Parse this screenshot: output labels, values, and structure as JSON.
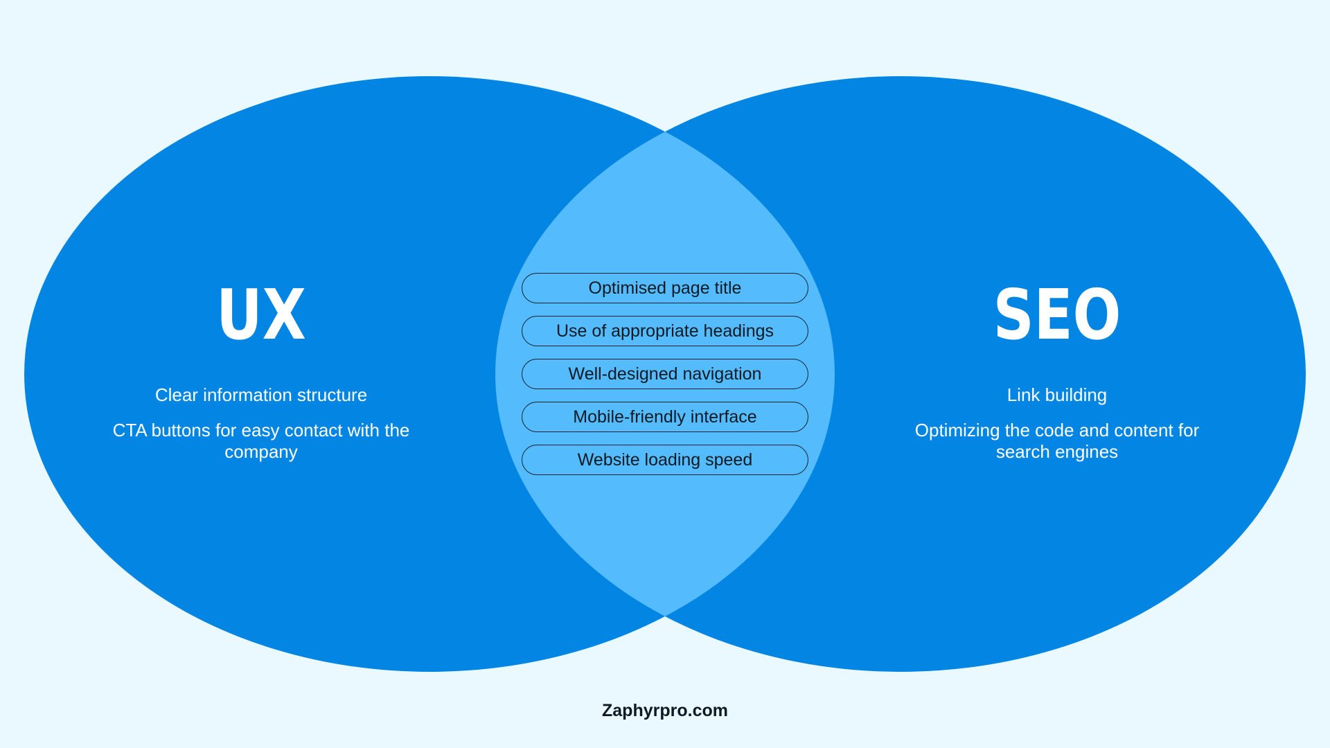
{
  "colors": {
    "background": "#eaf9ff",
    "circle_fill": "#0385e3",
    "overlap_fill": "#54bbfd",
    "heading_text": "#ffffff",
    "body_text": "#ffffff",
    "pill_border": "#0f2233",
    "dark_text": "#0f1a24"
  },
  "left": {
    "title": "UX",
    "items": [
      "Clear information structure",
      "CTA buttons for easy contact with the company"
    ]
  },
  "right": {
    "title": "SEO",
    "items": [
      "Link building",
      "Optimizing the code and content for search engines"
    ]
  },
  "overlap": {
    "items": [
      "Optimised page title",
      "Use of appropriate headings",
      "Well-designed navigation",
      "Mobile-friendly interface",
      "Website loading speed"
    ]
  },
  "footer": "Zaphyrpro.com"
}
